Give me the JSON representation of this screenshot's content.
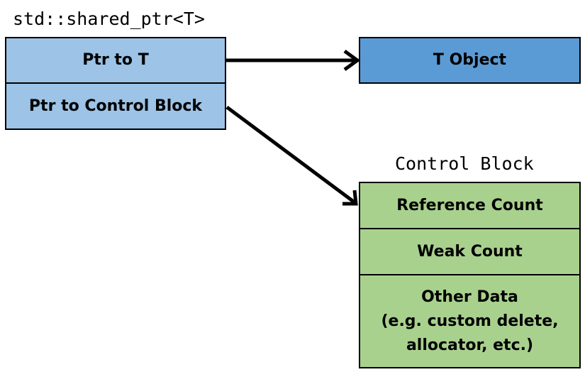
{
  "shared_ptr": {
    "title": "std::shared_ptr<T>",
    "fields": [
      "Ptr to T",
      "Ptr to Control Block"
    ],
    "color": "#9dc3e6"
  },
  "t_object": {
    "label": "T Object",
    "color": "#5b9bd5"
  },
  "control_block": {
    "title": "Control Block",
    "fields": [
      "Reference Count",
      "Weak Count",
      "Other Data\n(e.g. custom delete,\nallocator, etc.)"
    ],
    "color": "#a9d18e"
  }
}
